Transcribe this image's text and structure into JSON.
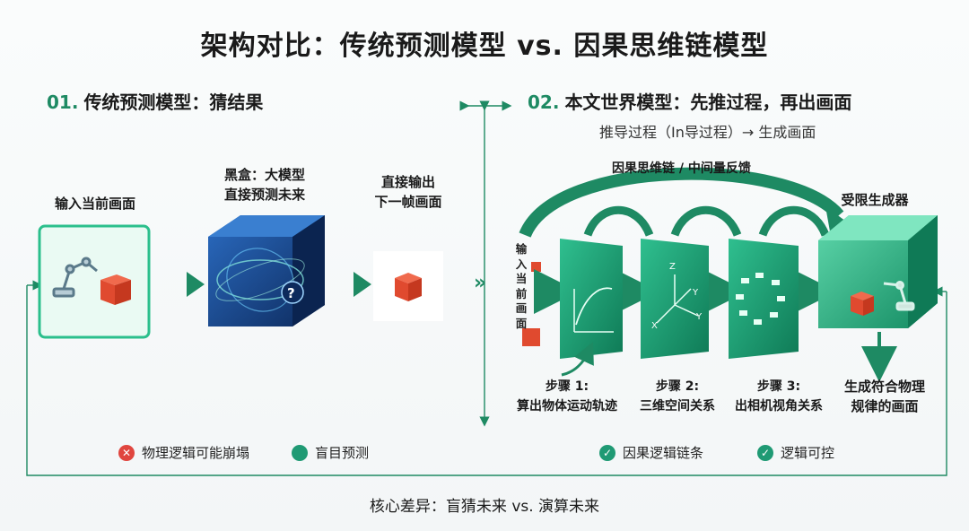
{
  "title": "架构对比：传统预测模型 vs. 因果思维链模型",
  "left": {
    "num": "01.",
    "title": "传统预测模型：猜结果",
    "input_label": "输入当前画面",
    "blackbox_label_1": "黑盒：大模型",
    "blackbox_label_2": "直接预测未来",
    "output_label_1": "直接输出",
    "output_label_2": "下一帧画面",
    "legend": [
      {
        "text": "物理逻辑可能崩塌",
        "icon": "x-icon",
        "color": "#e0463f"
      },
      {
        "text": "盲目预测",
        "icon": "dot-icon",
        "color": "#1f9a74"
      }
    ]
  },
  "right": {
    "num": "02.",
    "title": "本文世界模型：先推过程，再出画面",
    "subtitle": "推导过程（In导过程）→ 生成画面",
    "feedback_label": "因果思维链 / 中间量反馈",
    "generator_label": "受限生成器",
    "input_chars": [
      "输",
      "入",
      "当",
      "前",
      "画",
      "面"
    ],
    "steps": [
      {
        "label": "步骤 1:",
        "desc": "算出物体运动轨迹"
      },
      {
        "label": "步骤 2:",
        "desc": "三维空间关系"
      },
      {
        "label": "步骤 3:",
        "desc": "出相机视角关系"
      }
    ],
    "axis_labels": {
      "z": "Z",
      "y": "Y",
      "x": "X"
    },
    "result_label_1": "生成符合物理",
    "result_label_2": "规律的画面",
    "legend": [
      {
        "text": "因果逻辑链条",
        "icon": "check-icon",
        "color": "#1f9a74"
      },
      {
        "text": "逻辑可控",
        "icon": "check-icon",
        "color": "#1f9a74"
      }
    ]
  },
  "footer": "核心差异：盲猜未来 vs. 演算未来",
  "colors": {
    "accent": "#1e8a63",
    "cube_red": "#e64a2e",
    "panel_green": "#1d9c72",
    "dark_blue": "#1b3f7a"
  }
}
